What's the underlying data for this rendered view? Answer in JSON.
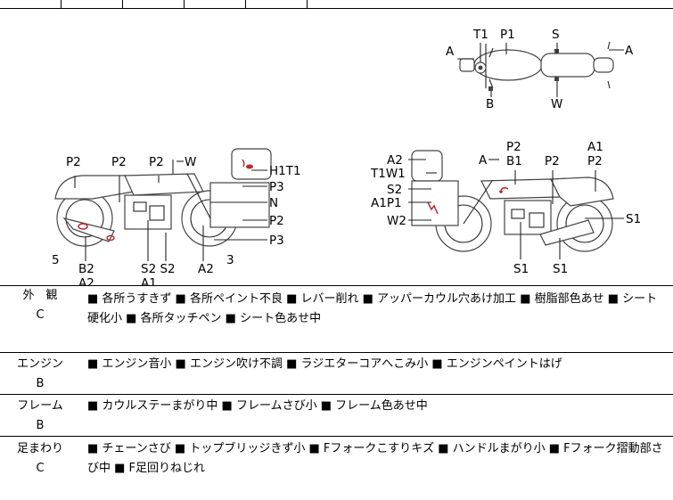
{
  "diagram_labels": {
    "top_view": {
      "t1": "T1",
      "p1": "P1",
      "s_top": "S",
      "a_left": "A",
      "a_right": "A",
      "b": "B",
      "w": "W"
    },
    "left_view": {
      "p2_a": "P2",
      "p2_b": "P2",
      "p2_c": "P2",
      "w": "W",
      "h1t1": "H1T1",
      "p3_a": "P3",
      "n": "N",
      "p2_d": "P2",
      "p3_b": "P3",
      "five": "5",
      "b2": "B2",
      "a2_a": "A2",
      "s2s2": "S2 S2",
      "a1": "A1",
      "a2_b": "A2",
      "three": "3"
    },
    "right_view": {
      "a2": "A2",
      "t1w1": "T1W1",
      "s2": "S2",
      "a1p1": "A1P1",
      "w2": "W2",
      "a": "A",
      "p2_top": "P2",
      "b1": "B1",
      "p2_mid": "P2",
      "a1": "A1",
      "p2_right": "P2",
      "s1_right": "S1",
      "s1_a": "S1",
      "s1_b": "S1"
    }
  },
  "sections": [
    {
      "id": "exterior",
      "name": "外　観",
      "grade": "C",
      "text": "■ 各所うすきず ■ 各所ペイント不良 ■ レバー削れ ■ アッパーカウル穴あけ加工 ■ 樹脂部色あせ ■ シート硬化小 ■ 各所タッチペン ■ シート色あせ中"
    },
    {
      "id": "engine",
      "name": "エンジン",
      "grade": "B",
      "text": "■ エンジン音小 ■ エンジン吹け不調 ■ ラジエターコアへこみ小 ■ エンジンペイントはげ"
    },
    {
      "id": "frame",
      "name": "フレーム",
      "grade": "B",
      "text": "■ カウルステーまがり中 ■ フレームさび小 ■ フレーム色あせ中"
    },
    {
      "id": "suspension",
      "name": "足まわり",
      "grade": "C",
      "text": "■ チェーンさび ■ トップブリッジきず小 ■ Fフォークこすりキズ ■ ハンドルまがり小 ■ Fフォーク摺動部さび中 ■ F足回りねじれ"
    }
  ],
  "colors": {
    "marker": "#c0262c",
    "line": "#222222"
  }
}
